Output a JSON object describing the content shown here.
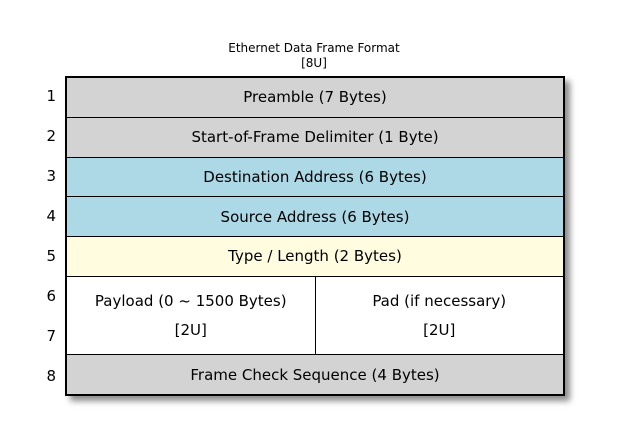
{
  "title": {
    "line1": "Ethernet Data Frame Format",
    "line2": "[8U]"
  },
  "colors": {
    "row_gray": "#d3d3d3",
    "row_blue": "#add8e6",
    "row_yellow": "#fffce0",
    "row_white": "#ffffff",
    "border": "#000000",
    "background": "#ffffff"
  },
  "unit_numbers": [
    "1",
    "2",
    "3",
    "4",
    "5",
    "6",
    "7",
    "8"
  ],
  "frame": {
    "rows": [
      {
        "label": "Preamble (7 Bytes)",
        "color": "#d3d3d3",
        "units": 1
      },
      {
        "label": "Start-of-Frame Delimiter (1 Byte)",
        "color": "#d3d3d3",
        "units": 1
      },
      {
        "label": "Destination Address (6 Bytes)",
        "color": "#add8e6",
        "units": 1
      },
      {
        "label": "Source Address (6 Bytes)",
        "color": "#add8e6",
        "units": 1
      },
      {
        "label": "Type / Length (2 Bytes)",
        "color": "#fffce0",
        "units": 1
      },
      {
        "units": 2,
        "color": "#ffffff",
        "cells": [
          {
            "line1": "Payload (0 ~ 1500 Bytes)",
            "line2": "[2U]"
          },
          {
            "line1": "Pad (if necessary)",
            "line2": "[2U]"
          }
        ]
      },
      {
        "label": "Frame Check Sequence (4 Bytes)",
        "color": "#d3d3d3",
        "units": 1
      }
    ]
  }
}
